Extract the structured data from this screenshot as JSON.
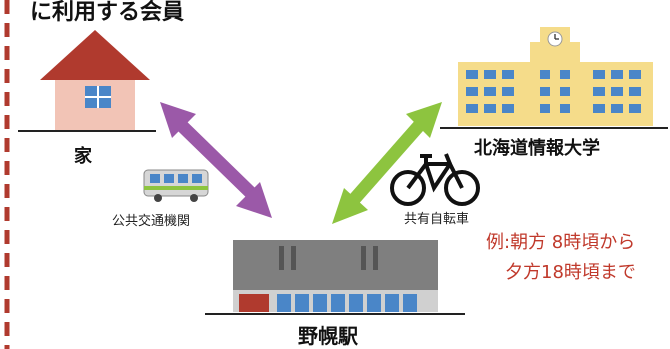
{
  "header": {
    "title": "に利用する会員"
  },
  "nodes": {
    "home": {
      "label": "家"
    },
    "university": {
      "label": "北海道情報大学"
    },
    "station": {
      "label": "野幌駅"
    }
  },
  "transport": {
    "public": {
      "label": "公共交通機関"
    },
    "bike": {
      "label": "共有自転車"
    }
  },
  "example": {
    "line1": "例:朝方 8時頃から",
    "line2": "夕方18時頃まで"
  },
  "colors": {
    "purple_arrow": "#9b59a8",
    "green_arrow": "#8dc43f",
    "dashed_border": "#b03a2e",
    "example_text": "#c0392b"
  }
}
